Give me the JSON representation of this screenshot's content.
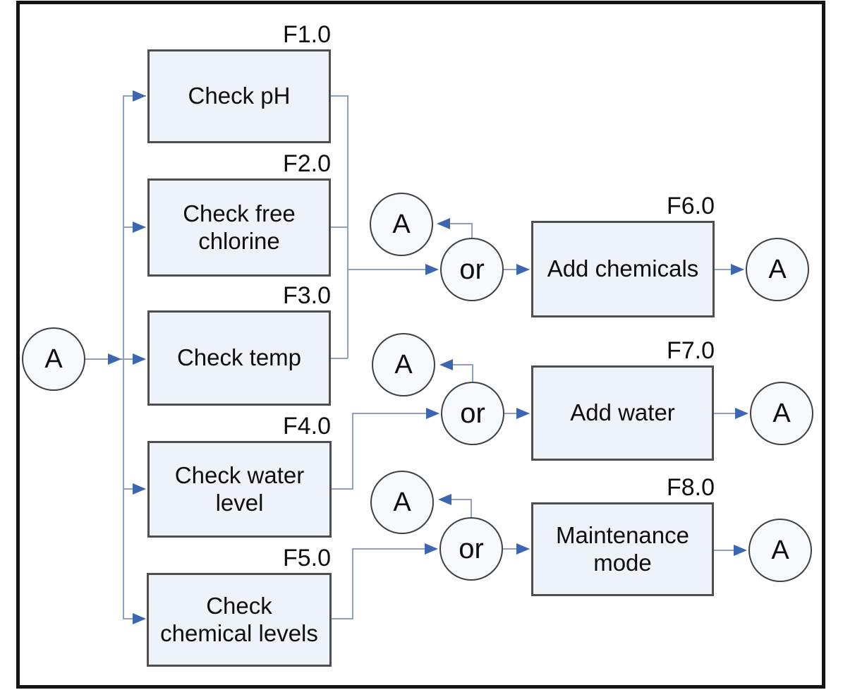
{
  "diagram": {
    "type": "functional-flow-block-diagram",
    "start_node": {
      "label": "A"
    },
    "blocks": [
      {
        "code": "F1.0",
        "label": "Check pH",
        "lines": [
          "Check pH"
        ]
      },
      {
        "code": "F2.0",
        "label": "Check free chlorine",
        "lines": [
          "Check free",
          "chlorine"
        ]
      },
      {
        "code": "F3.0",
        "label": "Check temp",
        "lines": [
          "Check temp"
        ]
      },
      {
        "code": "F4.0",
        "label": "Check water level",
        "lines": [
          "Check water",
          "level"
        ]
      },
      {
        "code": "F5.0",
        "label": "Check chemical levels",
        "lines": [
          "Check",
          "chemical levels"
        ]
      },
      {
        "code": "F6.0",
        "label": "Add chemicals",
        "lines": [
          "Add chemicals"
        ]
      },
      {
        "code": "F7.0",
        "label": "Add water",
        "lines": [
          "Add water"
        ]
      },
      {
        "code": "F8.0",
        "label": "Maintenance mode",
        "lines": [
          "Maintenance",
          "mode"
        ]
      }
    ],
    "gates": [
      {
        "label": "or"
      },
      {
        "label": "or"
      },
      {
        "label": "or"
      }
    ],
    "loop_refs": [
      {
        "label": "A"
      },
      {
        "label": "A"
      },
      {
        "label": "A"
      }
    ],
    "end_refs": [
      {
        "label": "A"
      },
      {
        "label": "A"
      },
      {
        "label": "A"
      }
    ],
    "edges": [
      {
        "from": "A",
        "to": "F1.0"
      },
      {
        "from": "A",
        "to": "F2.0"
      },
      {
        "from": "A",
        "to": "F3.0"
      },
      {
        "from": "A",
        "to": "F4.0"
      },
      {
        "from": "A",
        "to": "F5.0"
      },
      {
        "from": "F1.0",
        "to": "or-1"
      },
      {
        "from": "F2.0",
        "to": "or-1"
      },
      {
        "from": "F3.0",
        "to": "or-1"
      },
      {
        "from": "or-1",
        "to": "A"
      },
      {
        "from": "or-1",
        "to": "F6.0"
      },
      {
        "from": "F6.0",
        "to": "A"
      },
      {
        "from": "F4.0",
        "to": "or-2"
      },
      {
        "from": "or-2",
        "to": "A"
      },
      {
        "from": "or-2",
        "to": "F7.0"
      },
      {
        "from": "F7.0",
        "to": "A"
      },
      {
        "from": "F5.0",
        "to": "or-3"
      },
      {
        "from": "or-3",
        "to": "A"
      },
      {
        "from": "or-3",
        "to": "F8.0"
      },
      {
        "from": "F8.0",
        "to": "A"
      }
    ],
    "colors": {
      "block_fill": "#edf3f9",
      "block_border": "#4e4e4e",
      "circle_fill": "#f7fafd",
      "circle_border": "#404040",
      "connector": "#8fa0c3",
      "arrowhead": "#3c66b0",
      "frame": "#141414",
      "text": "#0e0e0e"
    }
  }
}
